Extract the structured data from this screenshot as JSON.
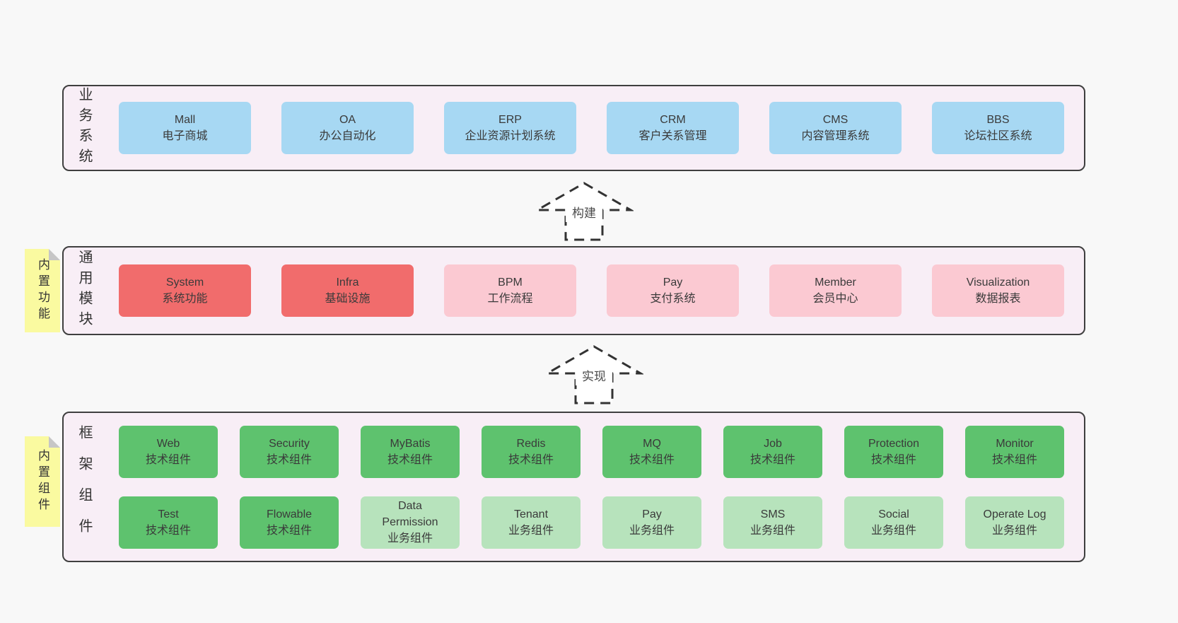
{
  "colors": {
    "page_bg": "#f8f8f8",
    "layer_bg": "#f8eef6",
    "layer_border": "#3f3f3f",
    "business_box_blue": "#a7d8f3",
    "module_core_box_red": "#f16c6c",
    "module_box_pink": "#fbc9d2",
    "tech_box_green": "#5ec26e",
    "biz_box_lightgreen": "#b7e3bc",
    "note_yellow": "#fafaa0",
    "text": "#3a3a3a"
  },
  "arrows": {
    "build": "构建",
    "implement": "实现"
  },
  "layers": {
    "business": {
      "label": "业务系统",
      "boxes": [
        {
          "name": "Mall",
          "desc": "电子商城"
        },
        {
          "name": "OA",
          "desc": "办公自动化"
        },
        {
          "name": "ERP",
          "desc": "企业资源计划系统"
        },
        {
          "name": "CRM",
          "desc": "客户关系管理"
        },
        {
          "name": "CMS",
          "desc": "内容管理系统"
        },
        {
          "name": "BBS",
          "desc": "论坛社区系统"
        }
      ]
    },
    "modules": {
      "label": "通用模块",
      "note": "内置功能",
      "boxes": [
        {
          "name": "System",
          "desc": "系统功能"
        },
        {
          "name": "Infra",
          "desc": "基础设施"
        },
        {
          "name": "BPM",
          "desc": "工作流程"
        },
        {
          "name": "Pay",
          "desc": "支付系统"
        },
        {
          "name": "Member",
          "desc": "会员中心"
        },
        {
          "name": "Visualization",
          "desc": "数据报表"
        }
      ]
    },
    "components": {
      "label": "框架组件",
      "note": "内置组件",
      "row1": [
        {
          "name": "Web",
          "desc": "技术组件"
        },
        {
          "name": "Security",
          "desc": "技术组件"
        },
        {
          "name": "MyBatis",
          "desc": "技术组件"
        },
        {
          "name": "Redis",
          "desc": "技术组件"
        },
        {
          "name": "MQ",
          "desc": "技术组件"
        },
        {
          "name": "Job",
          "desc": "技术组件"
        },
        {
          "name": "Protection",
          "desc": "技术组件"
        },
        {
          "name": "Monitor",
          "desc": "技术组件"
        }
      ],
      "row2": [
        {
          "name": "Test",
          "desc": "技术组件"
        },
        {
          "name": "Flowable",
          "desc": "技术组件"
        },
        {
          "name": "Data Permission",
          "desc": "业务组件"
        },
        {
          "name": "Tenant",
          "desc": "业务组件"
        },
        {
          "name": "Pay",
          "desc": "业务组件"
        },
        {
          "name": "SMS",
          "desc": "业务组件"
        },
        {
          "name": "Social",
          "desc": "业务组件"
        },
        {
          "name": "Operate Log",
          "desc": "业务组件"
        }
      ]
    }
  }
}
